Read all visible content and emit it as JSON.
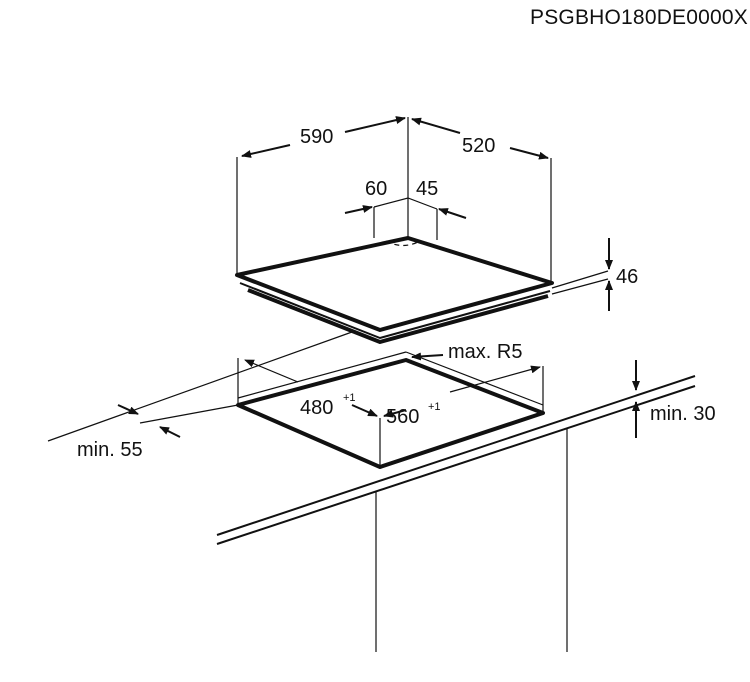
{
  "product_code": "PSGBHO180DE0000X",
  "dimensions": {
    "width": "590",
    "depth": "520",
    "offset_left": "60",
    "offset_right": "45",
    "height": "46",
    "corner_radius": "max. R5",
    "cutout_depth": "480",
    "cutout_depth_tol": "+1",
    "cutout_width": "560",
    "cutout_width_tol": "+1",
    "min_front": "min. 55",
    "min_worktop": "min. 30"
  }
}
